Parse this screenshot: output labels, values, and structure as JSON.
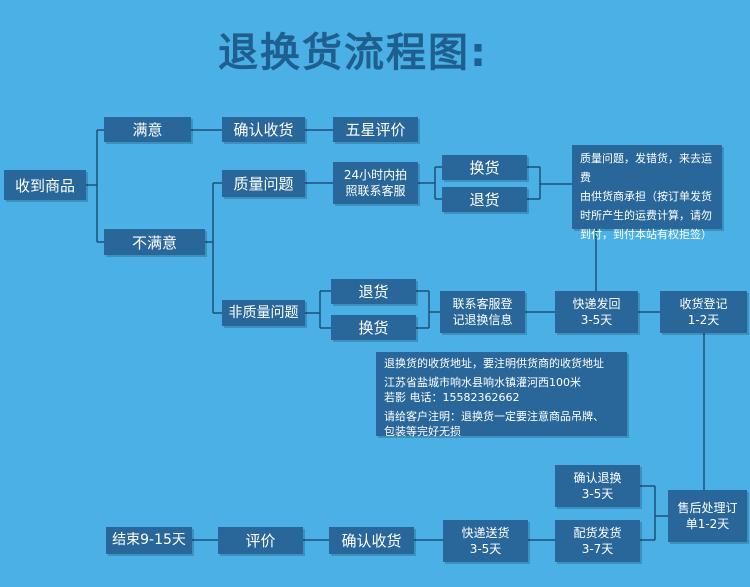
{
  "title": "退换货流程图:",
  "nodes": {
    "receive": "收到商品",
    "satisfied": "满意",
    "confirm_receipt_top": "确认收货",
    "five_star": "五星评价",
    "unsatisfied": "不满意",
    "quality_issue": "质量问题",
    "photo_24h": "24小时内拍\n照联系客服",
    "exchange_top": "换货",
    "return_top": "退货",
    "non_quality": "非质量问题",
    "return_mid": "退货",
    "exchange_mid": "换货",
    "contact_cs": "联系客服登\n记退换信息",
    "ship_back": "快递发回\n3-5天",
    "receipt_register": "收货登记\n1-2天",
    "after_sales": "售后处理订\n单1-2天",
    "confirm_exchange": "确认退换\n3-5天",
    "dispatch": "配货发货\n3-7天",
    "express_delivery": "快递送货\n3-5天",
    "confirm_receipt_bottom": "确认收货",
    "review": "评价",
    "end": "结束9-15天"
  },
  "notes": {
    "quality": "质量问题，发错货，来去运费\n由供货商承担（按订单发货\n时所产生的运费计算，请勿\n到付，到付本站有权拒签）",
    "address_line1": "退换货的收货地址，要注明供货商的收货地址",
    "address_line2": "江苏省盐城市响水县响水镇灌河西100米",
    "address_line3": "若影 电话：15582362662",
    "address_line4": "请给客户注明：退换货一定要注意商品吊牌、",
    "address_line5": "包装等完好无损"
  }
}
